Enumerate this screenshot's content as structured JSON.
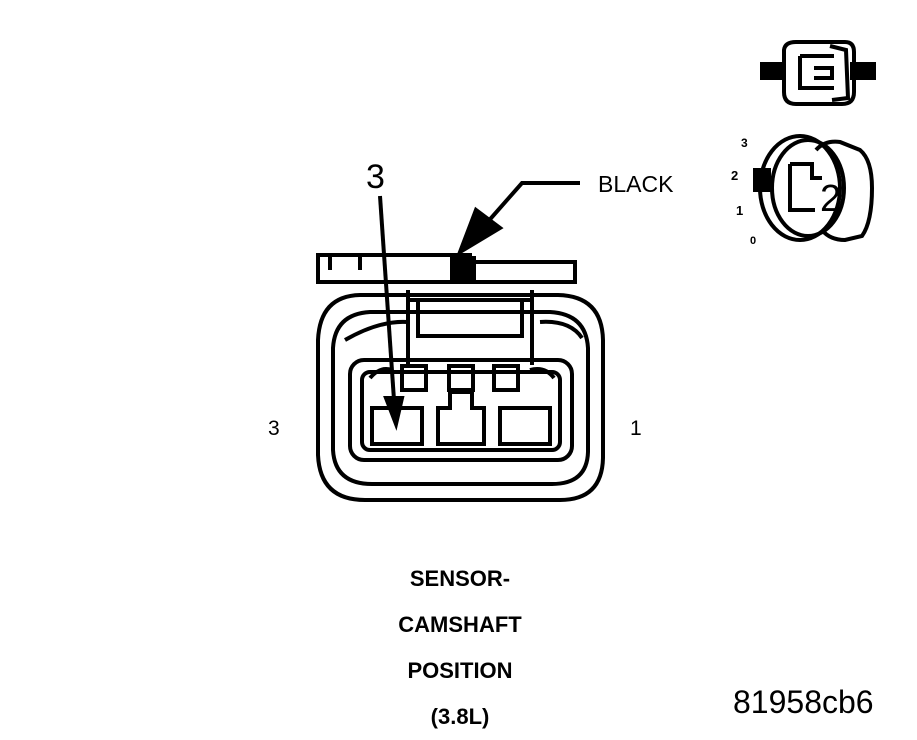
{
  "callout": {
    "pin_number": "3",
    "wire_color": "BLACK"
  },
  "connector": {
    "left_pin_label": "3",
    "right_pin_label": "1"
  },
  "caption": {
    "line1": "SENSOR-",
    "line2": "CAMSHAFT",
    "line3": "POSITION",
    "line4": "(3.8L)"
  },
  "figure_code": "81958cb6",
  "key_switch": {
    "position_marks": [
      "3",
      "2",
      "1",
      "0"
    ],
    "selected_position": "2"
  }
}
